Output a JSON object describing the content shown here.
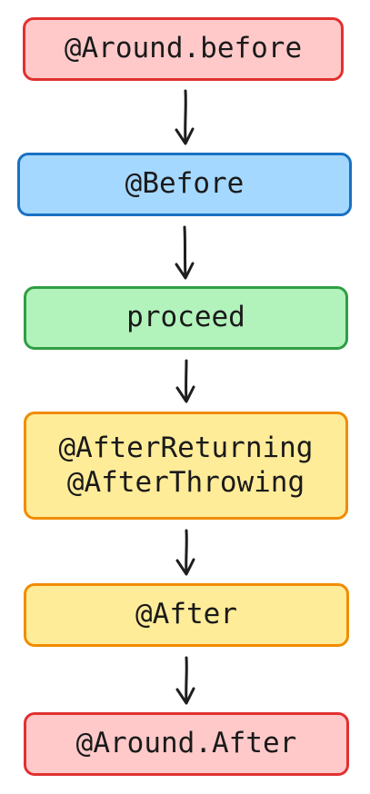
{
  "diagram": {
    "nodes": [
      {
        "id": "around-before",
        "lines": [
          "@Around.before"
        ],
        "fill": "#ffc9c9",
        "stroke": "#e03131"
      },
      {
        "id": "before",
        "lines": [
          "@Before"
        ],
        "fill": "#a5d8ff",
        "stroke": "#1971c2"
      },
      {
        "id": "proceed",
        "lines": [
          "proceed"
        ],
        "fill": "#b2f2bb",
        "stroke": "#2f9e44"
      },
      {
        "id": "after-returning-throwing",
        "lines": [
          "@AfterReturning",
          "@AfterThrowing"
        ],
        "fill": "#ffec99",
        "stroke": "#f08c00"
      },
      {
        "id": "after",
        "lines": [
          "@After"
        ],
        "fill": "#ffec99",
        "stroke": "#f08c00"
      },
      {
        "id": "around-after",
        "lines": [
          "@Around.After"
        ],
        "fill": "#ffc9c9",
        "stroke": "#e03131"
      }
    ],
    "edges": [
      {
        "from": "around-before",
        "to": "before"
      },
      {
        "from": "before",
        "to": "proceed"
      },
      {
        "from": "proceed",
        "to": "after-returning-throwing"
      },
      {
        "from": "after-returning-throwing",
        "to": "after"
      },
      {
        "from": "after",
        "to": "around-after"
      }
    ],
    "arrow_color": "#1e1e1e"
  }
}
